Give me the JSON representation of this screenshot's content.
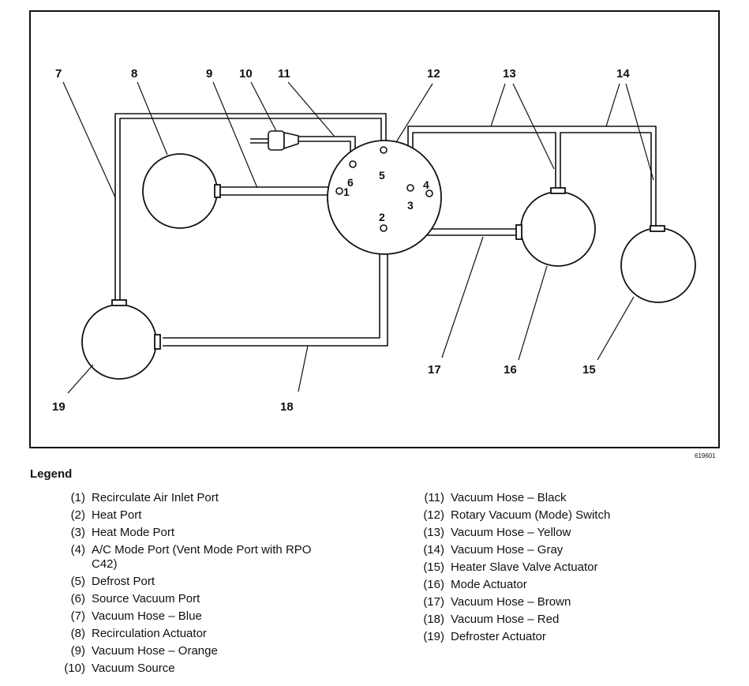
{
  "figure_id": "619601",
  "callouts": [
    "7",
    "8",
    "9",
    "10",
    "11",
    "12",
    "13",
    "14",
    "19",
    "18",
    "17",
    "16",
    "15"
  ],
  "port_labels": [
    "1",
    "2",
    "3",
    "4",
    "5",
    "6"
  ],
  "legend": {
    "title": "Legend",
    "left_items": [
      {
        "num": "(1)",
        "text": "Recirculate Air Inlet Port"
      },
      {
        "num": "(2)",
        "text": "Heat Port"
      },
      {
        "num": "(3)",
        "text": "Heat Mode Port"
      },
      {
        "num": "(4)",
        "text": "A/C Mode Port (Vent Mode Port with RPO C42)"
      },
      {
        "num": "(5)",
        "text": "Defrost Port"
      },
      {
        "num": "(6)",
        "text": "Source Vacuum Port"
      },
      {
        "num": "(7)",
        "text": "Vacuum Hose – Blue"
      },
      {
        "num": "(8)",
        "text": "Recirculation Actuator"
      },
      {
        "num": "(9)",
        "text": "Vacuum Hose – Orange"
      },
      {
        "num": "(10)",
        "text": "Vacuum Source"
      }
    ],
    "right_items": [
      {
        "num": "(11)",
        "text": "Vacuum Hose – Black"
      },
      {
        "num": "(12)",
        "text": "Rotary Vacuum (Mode) Switch"
      },
      {
        "num": "(13)",
        "text": "Vacuum Hose – Yellow"
      },
      {
        "num": "(14)",
        "text": "Vacuum Hose – Gray"
      },
      {
        "num": "(15)",
        "text": "Heater Slave Valve Actuator"
      },
      {
        "num": "(16)",
        "text": "Mode Actuator"
      },
      {
        "num": "(17)",
        "text": "Vacuum Hose – Brown"
      },
      {
        "num": "(18)",
        "text": "Vacuum Hose – Red"
      },
      {
        "num": "(19)",
        "text": "Defroster Actuator"
      }
    ]
  }
}
